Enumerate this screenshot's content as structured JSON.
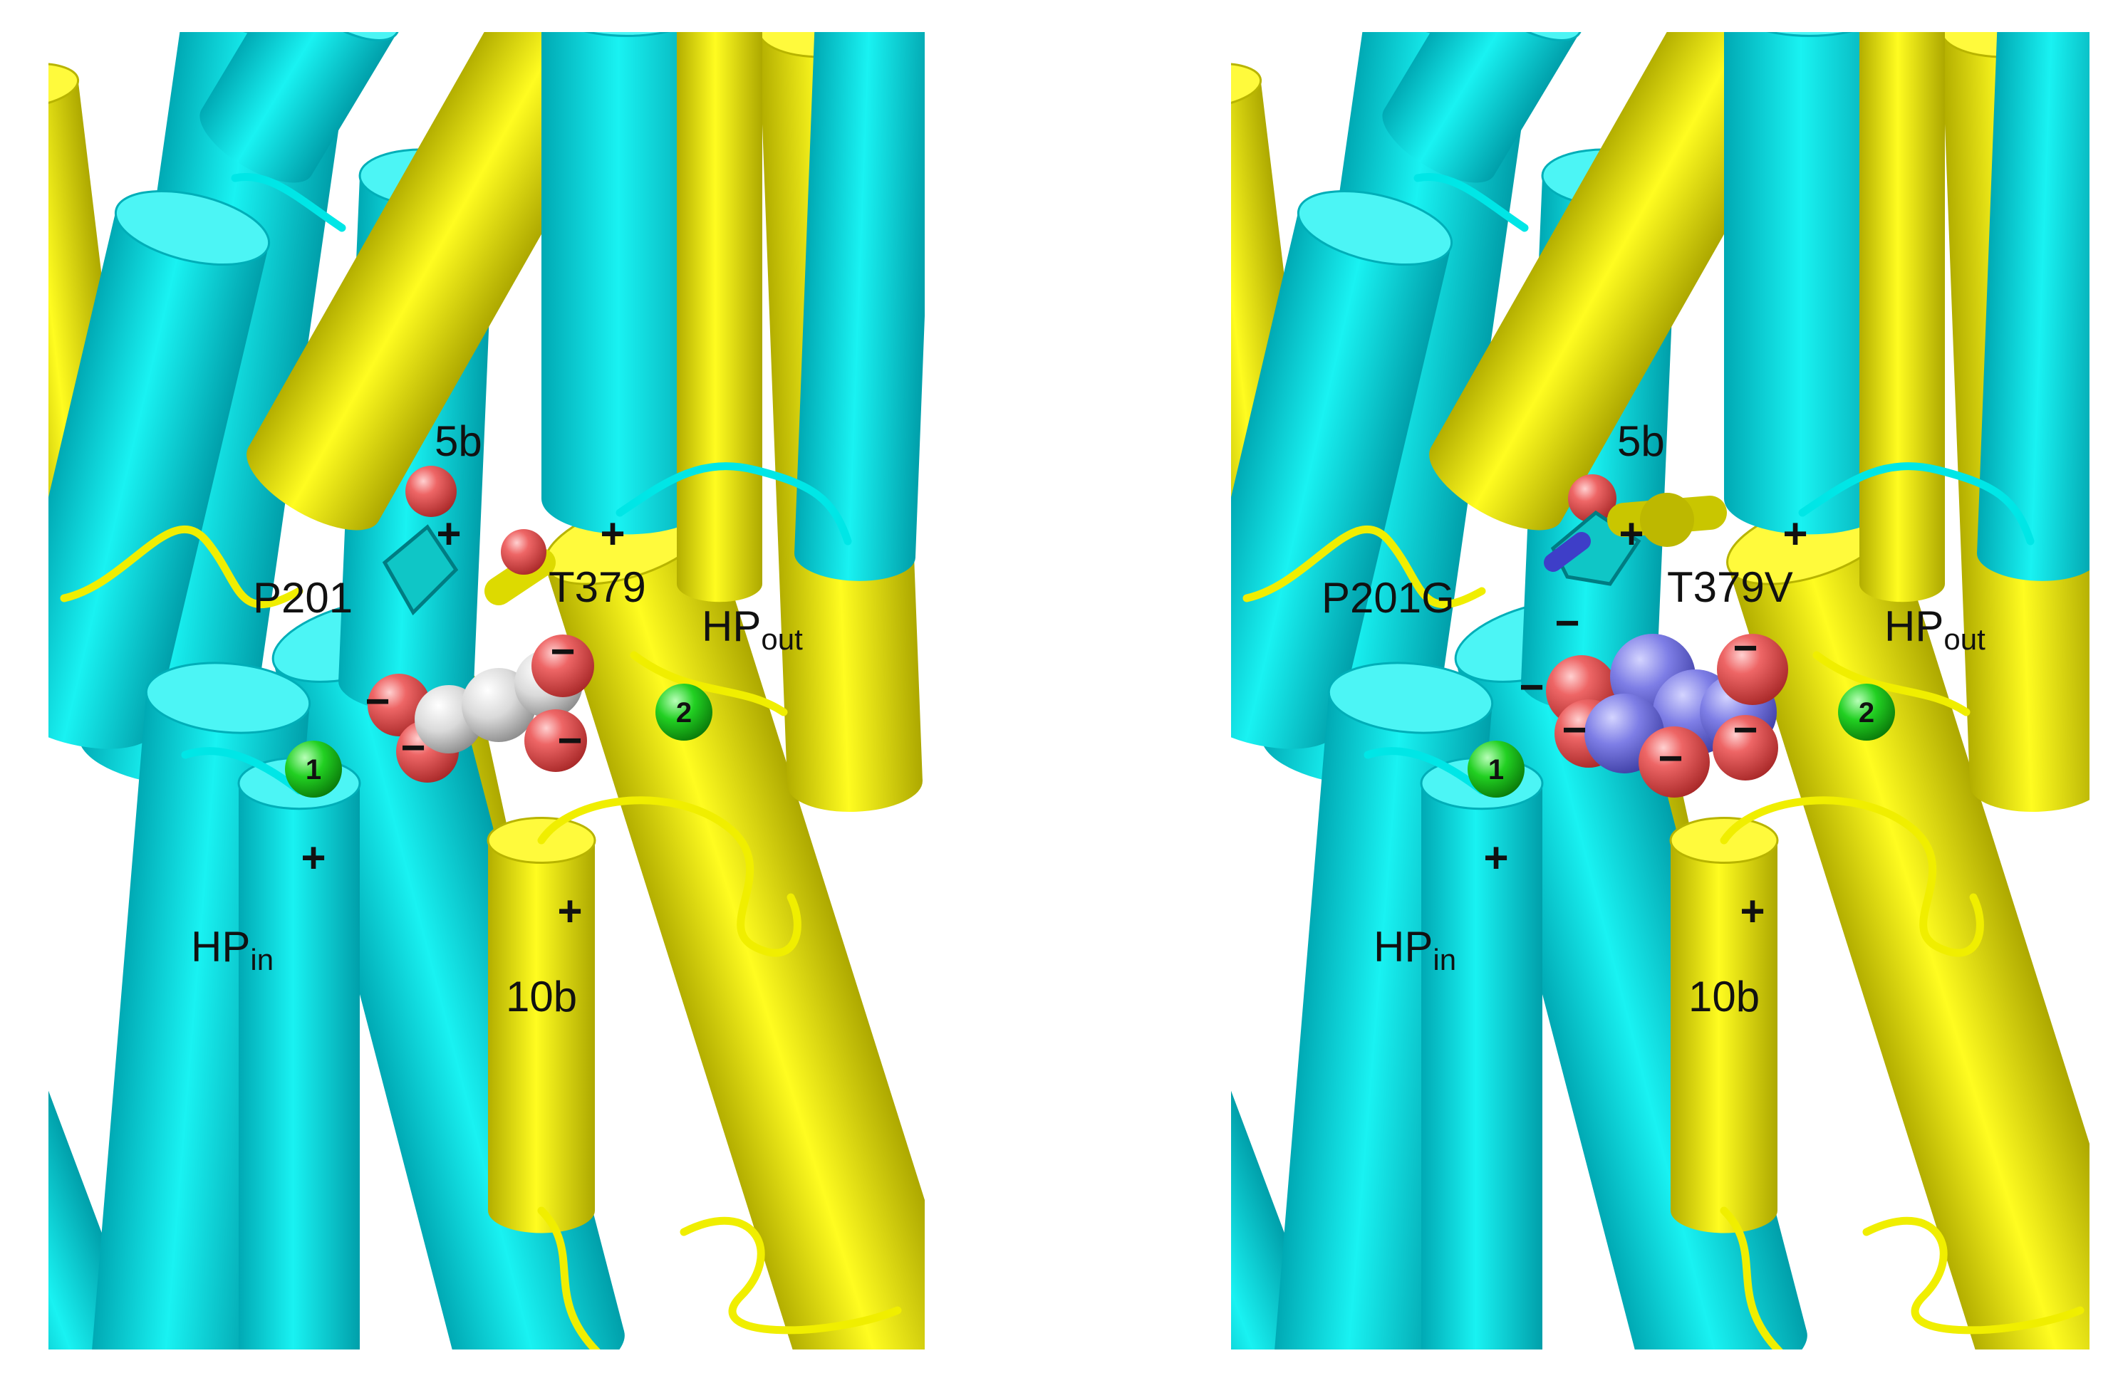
{
  "colors": {
    "helix_cyan": "#00E6E6",
    "helix_cyan_dark": "#00AEB8",
    "helix_yellow": "#F0EE00",
    "helix_yellow_dark": "#B8B400",
    "oxygen": "#E85A5A",
    "carbon_white": "#DCDCDC",
    "nitrogen_blue": "#7878E0",
    "sodium_green": "#22CC22",
    "mutant_label": "#FF2020",
    "label_black": "#111111"
  },
  "panels": [
    {
      "id": "wildtype",
      "labels": {
        "helix_5b": "5b",
        "residue_1": "P201",
        "residue_2": "T379",
        "hp_out_main": "HP",
        "hp_out_sub": "out",
        "hp_in_main": "HP",
        "hp_in_sub": "in",
        "helix_10b": "10b"
      },
      "sodium_sites": [
        "1",
        "2"
      ],
      "charges": {
        "plus": "+",
        "minus": "−"
      },
      "ligand": "white-carbon-substrate"
    },
    {
      "id": "mutant",
      "labels": {
        "helix_5b": "5b",
        "residue_1": "P201G",
        "residue_2": "T379V",
        "hp_out_main": "HP",
        "hp_out_sub": "out",
        "hp_in_main": "HP",
        "hp_in_sub": "in",
        "helix_10b": "10b"
      },
      "sodium_sites": [
        "1",
        "2"
      ],
      "charges": {
        "plus": "+",
        "minus": "−"
      },
      "ligand": "blue-nitrogen-substrate"
    }
  ]
}
